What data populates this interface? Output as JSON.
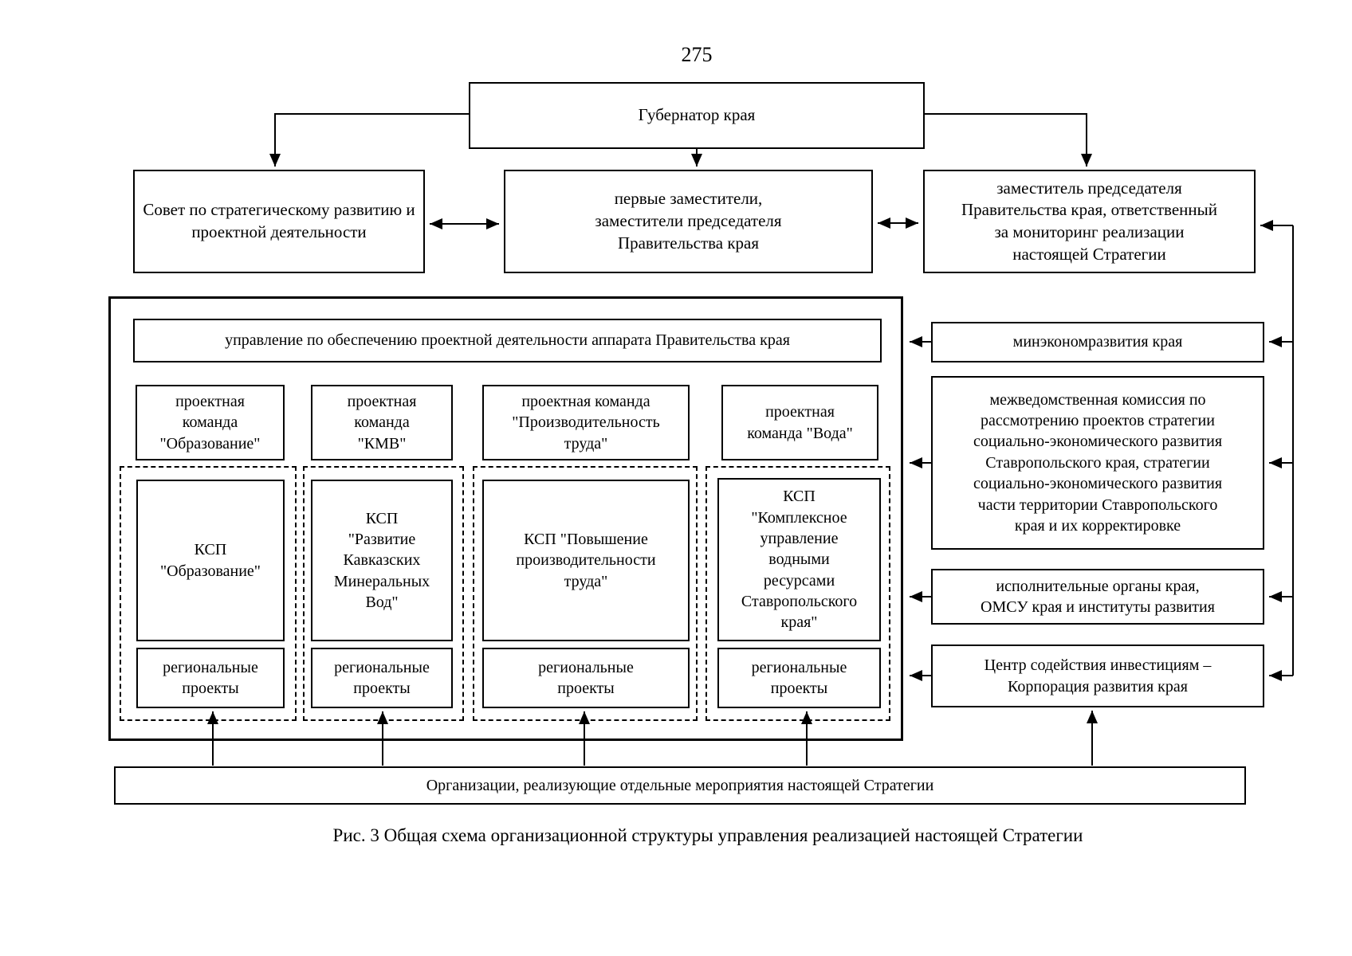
{
  "page": {
    "number": "275",
    "caption": "Рис. 3 Общая схема организационной структуры управления реализацией настоящей Стратегии"
  },
  "nodes": {
    "governor": "Губернатор края",
    "council": "Совет по стратегическому развитию и\nпроектной деятельности",
    "deputies": "первые заместители,\nзаместители председателя\nПравительства края",
    "monitoring_deputy": "заместитель председателя\nПравительства края, ответственный\nза мониторинг реализации\nнастоящей Стратегии",
    "project_office": "управление по обеспечению проектной деятельности аппарата Правительства края",
    "organizations": "Организации, реализующие отдельные мероприятия настоящей Стратегии"
  },
  "columns": [
    {
      "team": "проектная\nкоманда\n\"Образование\"",
      "ksp": "КСП\n\"Образование\"",
      "regional": "региональные\nпроекты"
    },
    {
      "team": "проектная\nкоманда\n\"КМВ\"",
      "ksp": "КСП\n\"Развитие\nКавказских\nМинеральных\nВод\"",
      "regional": "региональные\nпроекты"
    },
    {
      "team": "проектная команда\n\"Производительность\nтруда\"",
      "ksp": "КСП \"Повышение\nпроизводительности\nтруда\"",
      "regional": "региональные\nпроекты"
    },
    {
      "team": "проектная\nкоманда \"Вода\"",
      "ksp": "КСП\n\"Комплексное\nуправление\nводными\nресурсами\nСтавропольского\nкрая\"",
      "regional": "региональные\nпроекты"
    }
  ],
  "right_panel": [
    {
      "label": "минэкономразвития края"
    },
    {
      "label": "межведомственная комиссия по\nрассмотрению проектов стратегии\nсоциально-экономического развития\nСтавропольского края, стратегии\nсоциально-экономического развития\nчасти территории Ставропольского\nкрая и их корректировке"
    },
    {
      "label": "исполнительные органы края,\nОМСУ края и институты развития"
    },
    {
      "label": "Центр содействия инвестициям –\nКорпорация развития края"
    }
  ],
  "colors": {
    "line": "#000000",
    "background": "#ffffff",
    "text": "#000000"
  }
}
